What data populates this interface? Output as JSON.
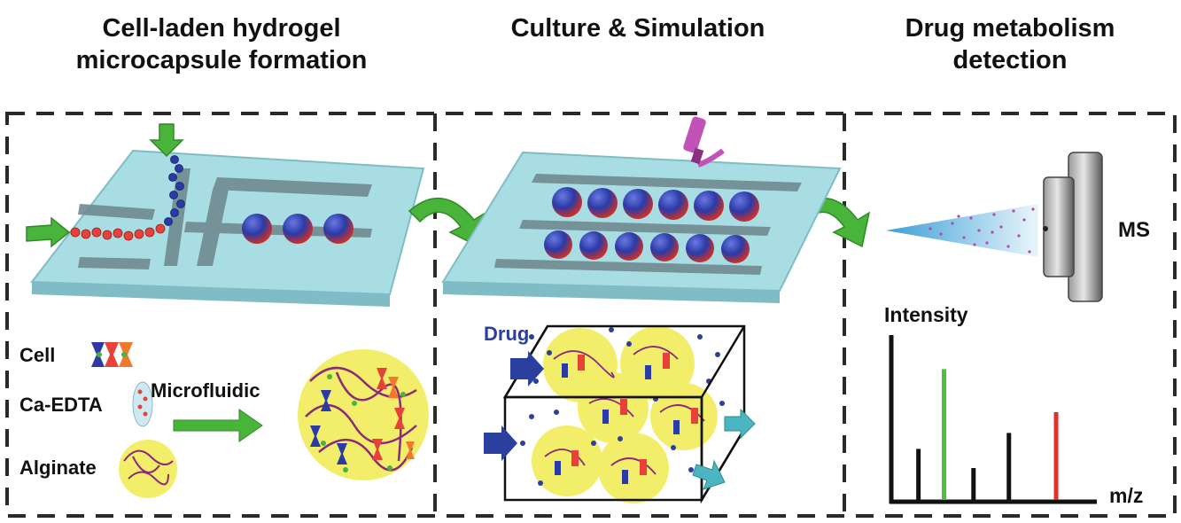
{
  "panels": [
    {
      "id": "formation",
      "title_line1": "Cell-laden hydrogel",
      "title_line2": "microcapsule formation"
    },
    {
      "id": "culture",
      "title_line1": "Culture & Simulation",
      "title_line2": ""
    },
    {
      "id": "detection",
      "title_line1": "Drug metabolism",
      "title_line2": "detection"
    }
  ],
  "labels": {
    "cell": "Cell",
    "ca_edta": "Ca-EDTA",
    "alginate": "Alginate",
    "microfluidic": "Microfluidic",
    "drug": "Drug",
    "ms": "MS",
    "intensity": "Intensity",
    "mz": "m/z"
  },
  "spectrum": {
    "peaks": [
      {
        "position": 0.12,
        "height": 0.32,
        "color": "#111111"
      },
      {
        "position": 0.25,
        "height": 0.82,
        "color": "#4cc23a"
      },
      {
        "position": 0.4,
        "height": 0.2,
        "color": "#111111"
      },
      {
        "position": 0.58,
        "height": 0.42,
        "color": "#111111"
      },
      {
        "position": 0.82,
        "height": 0.55,
        "color": "#e0302a"
      }
    ]
  },
  "colors": {
    "chip": "#a9dde4",
    "chip_side": "#7fbcc6",
    "channel_wall": "#6f8a90",
    "arrow_green": "#48b43a",
    "capsule_yellow": "#f2ee6a",
    "cell_red": "#e8413a",
    "cell_blue": "#2a3aa6",
    "drug_blue": "#2b3f9e",
    "flow_teal": "#4bb6c2",
    "microscope": "#c052b8"
  }
}
